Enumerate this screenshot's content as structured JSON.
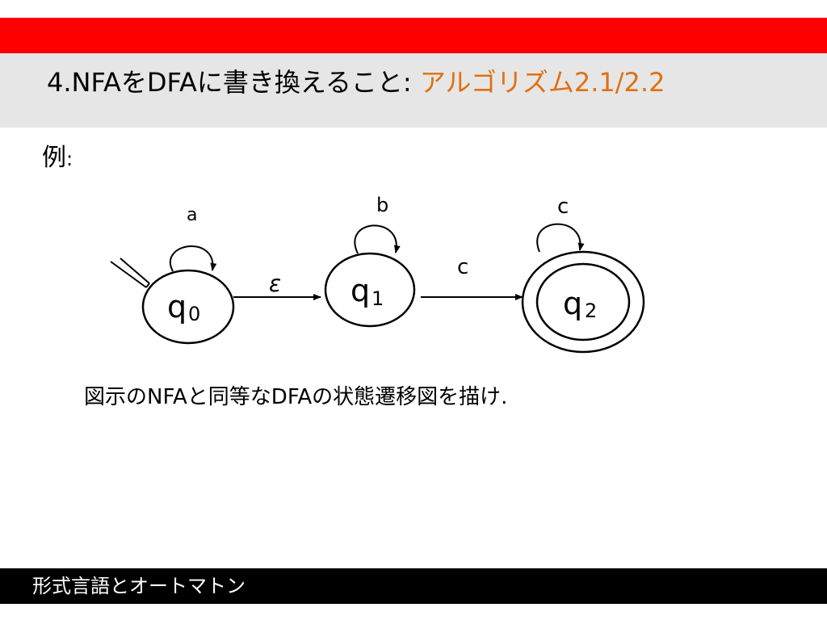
{
  "header": {
    "title_main": "4.NFAをDFAに書き換えること: ",
    "title_accent": "アルゴリズム",
    "title_tail": "2.1/2.2",
    "accent_color": "#e07010",
    "bar_color": "#ff0000"
  },
  "body": {
    "example_label": "例",
    "example_colon": ":",
    "caption": "図示のNFAと同等なDFAの状態遷移図を描け."
  },
  "diagram": {
    "states": [
      {
        "id": "q0",
        "label": "q",
        "sub": "0",
        "start": true,
        "accepting": false
      },
      {
        "id": "q1",
        "label": "q",
        "sub": "1",
        "start": false,
        "accepting": false
      },
      {
        "id": "q2",
        "label": "q",
        "sub": "2",
        "start": false,
        "accepting": true
      }
    ],
    "self_loops": [
      {
        "state": "q0",
        "symbol": "a"
      },
      {
        "state": "q1",
        "symbol": "b"
      },
      {
        "state": "q2",
        "symbol": "c"
      }
    ],
    "transitions": [
      {
        "from": "q0",
        "to": "q1",
        "symbol": "ε"
      },
      {
        "from": "q1",
        "to": "q2",
        "symbol": "c"
      }
    ]
  },
  "footer": {
    "text": "形式言語とオートマトン"
  }
}
